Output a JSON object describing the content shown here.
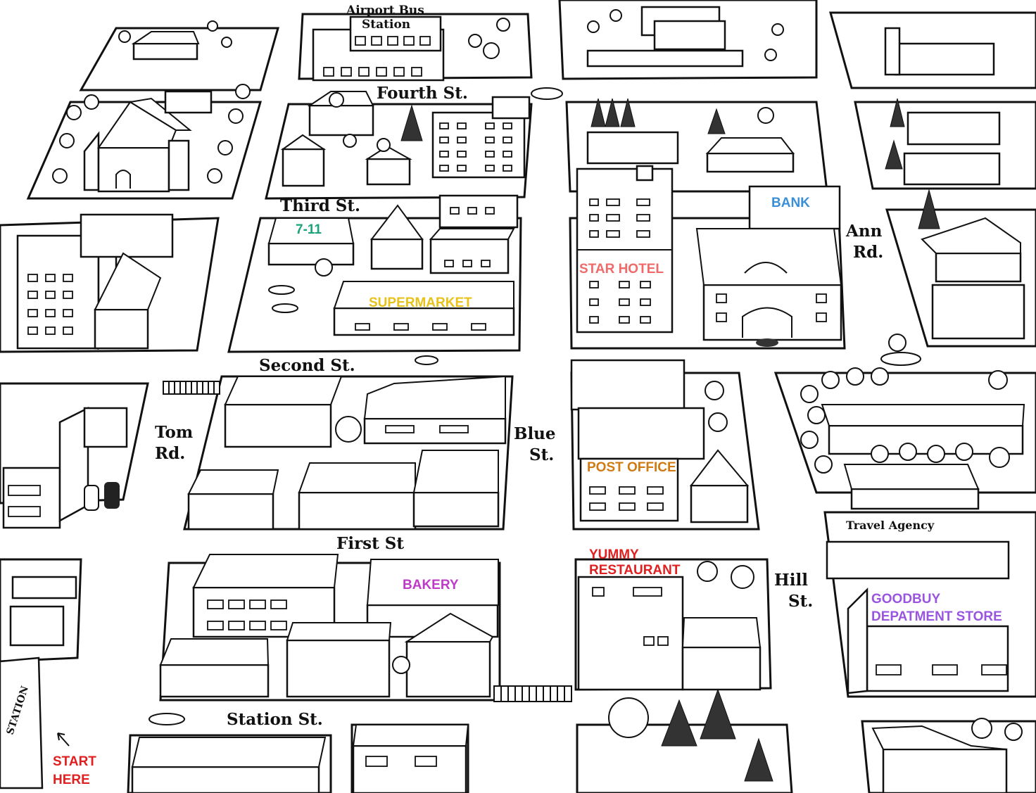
{
  "streets": {
    "fourth": "Fourth St.",
    "third": "Third St.",
    "second": "Second St.",
    "first": "First St",
    "station": "Station St.",
    "tom_line1": "Tom",
    "tom_line2": "Rd.",
    "blue_line1": "Blue",
    "blue_line2": "St.",
    "ann_line1": "Ann",
    "ann_line2": "Rd.",
    "hill_line1": "Hill",
    "hill_line2": "St."
  },
  "places": {
    "airport_bus_line1": "Airport Bus",
    "airport_bus_line2": "Station",
    "seven_eleven": "7-11",
    "supermarket": "SUPERMARKET",
    "bank": "BANK",
    "star_hotel": "STAR HOTEL",
    "post_office": "POST OFFICE",
    "yummy_line1": "YUMMY",
    "yummy_line2": "RESTAURANT",
    "bakery": "BAKERY",
    "travel_agency": "Travel Agency",
    "goodbuy_line1": "GOODBUY",
    "goodbuy_line2": "DEPATMENT STORE",
    "station": "STATION",
    "start_line1": "START",
    "start_line2": "HERE"
  },
  "colors": {
    "seven_eleven": "#1aa37a",
    "supermarket": "#e8c21a",
    "bank": "#3a8fd8",
    "star_hotel": "#f06a6a",
    "post_office": "#d07a12",
    "yummy": "#e02020",
    "bakery": "#c03ac8",
    "goodbuy": "#9a55e0",
    "start": "#e02020"
  }
}
